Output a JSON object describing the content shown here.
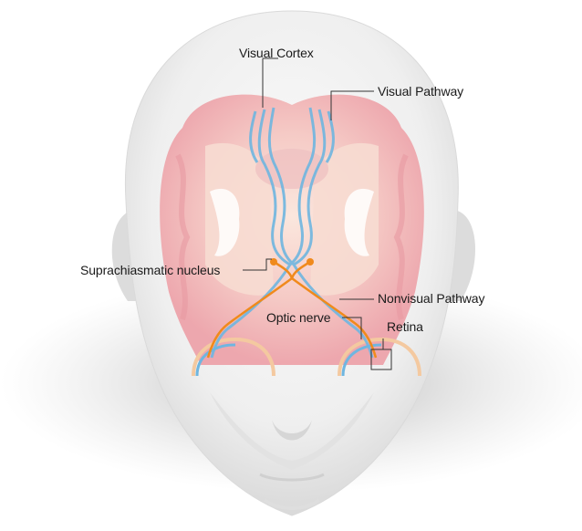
{
  "diagram": {
    "labels": {
      "visual_cortex": "Visual Cortex",
      "visual_pathway": "Visual Pathway",
      "suprachiasmatic_nucleus": "Suprachiasmatic nucleus",
      "nonvisual_pathway": "Nonvisual Pathway",
      "optic_nerve": "Optic nerve",
      "retina": "Retina"
    },
    "colors": {
      "background": "#ffffff",
      "head": "#e9e9e9",
      "shadow": "#b8b8b8",
      "brain_outer": "#f3b9bc",
      "brain_inner": "#f8dcd4",
      "visual_pathway": "#6fb6e0",
      "nonvisual_pathway": "#f08a1c",
      "leader_line": "#333333"
    }
  }
}
